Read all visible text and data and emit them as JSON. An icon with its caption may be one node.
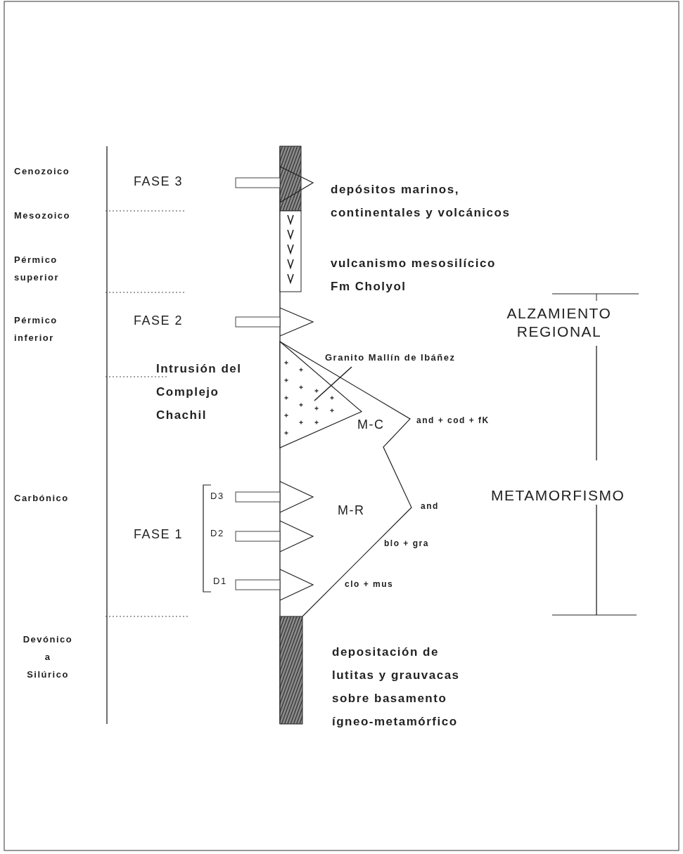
{
  "diagram": {
    "nodes": [
      {
        "text": [
          "Granito Mallín de Ibáñez"
        ]
      },
      {
        "text": [],
        "shape": "triangle"
      }
    ],
    "edges": [
      {
        "from": 0,
        "to": 1,
        "arrow": "none"
      }
    ],
    "labels": [
      "Cenozoico",
      "FASE 3",
      "depósitos marinos, continentales y volcánicos",
      "Mesozoico",
      "Pérmico superior",
      "vulcanismo mesosilícico Fm Cholyol",
      "ALZAMIENTO REGIONAL",
      "Pérmico inferior",
      "FASE 2",
      "Intrusión del Complejo Chachil",
      "M-C",
      "and + cod + fK",
      "Carbónico",
      "D3",
      "METAMORFISMO",
      "and",
      "M-R",
      "FASE 1",
      "D2",
      "blo + gra",
      "D1",
      "clo + mus",
      "Devónico a Silúrico",
      "depositación de lutitas y grauvacas sobre basamento ígneo-metamórfico"
    ]
  }
}
